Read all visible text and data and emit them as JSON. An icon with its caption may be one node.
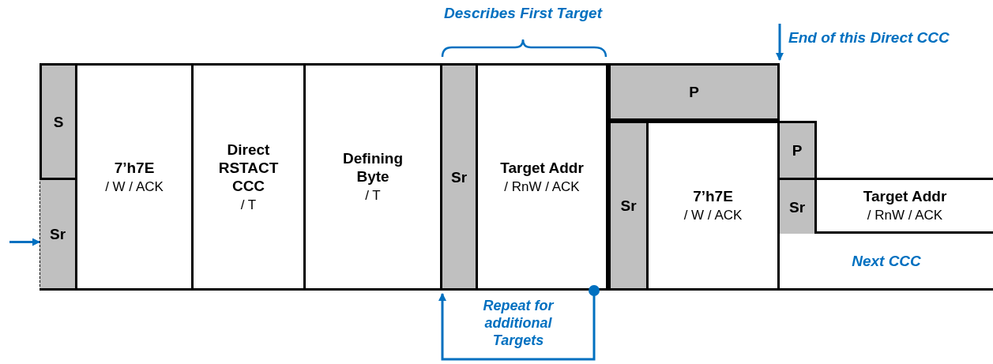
{
  "diagram": {
    "nodes": [
      {
        "text": [
          "S"
        ]
      },
      {
        "text": [
          "Sr"
        ]
      },
      {
        "text": [
          "7’h7E",
          "/ W / ACK"
        ]
      },
      {
        "text": [
          "Direct RSTACT CCC",
          "/ T"
        ]
      },
      {
        "text": [
          "Defining Byte",
          "/ T"
        ]
      },
      {
        "text": [
          "Sr"
        ]
      },
      {
        "text": [
          "Target Addr",
          "/ RnW / ACK"
        ]
      },
      {
        "text": [
          "P"
        ]
      },
      {
        "text": [
          "Sr"
        ]
      },
      {
        "text": [
          "7’h7E",
          "/ W / ACK"
        ]
      },
      {
        "text": [
          "P"
        ]
      },
      {
        "text": [
          "Sr"
        ]
      },
      {
        "text": [
          "Target Addr",
          "/ RnW / ACK"
        ]
      },
      {
        "text": [
          "Next CCC"
        ]
      }
    ],
    "edges": [
      {
        "from": null,
        "to": 1,
        "arrow": "to"
      },
      {
        "from": 6,
        "to": 5,
        "arrow": "to",
        "label": "Repeat for additional Targets"
      }
    ],
    "labels": [
      "Describes First Target",
      "End of this Direct CCC"
    ]
  }
}
